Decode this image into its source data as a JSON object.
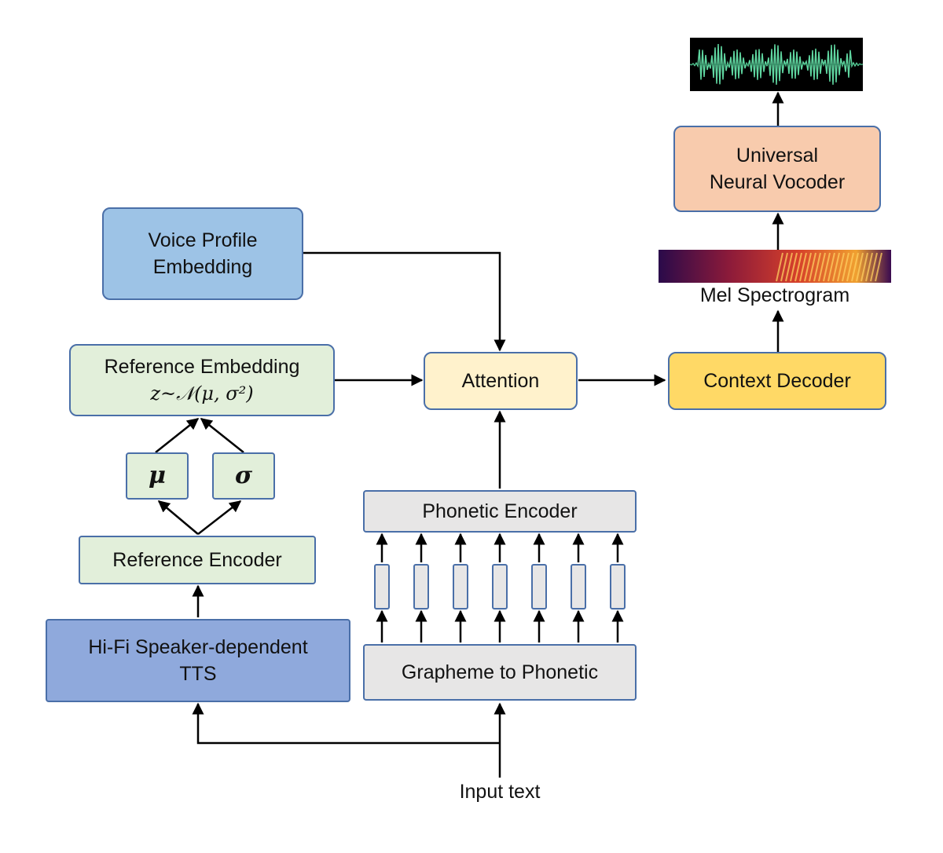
{
  "boxes": {
    "voice_profile": [
      "Voice Profile",
      "Embedding"
    ],
    "reference_embedding": {
      "line1": "Reference Embedding",
      "formula": "z~𝒩(μ, σ²)"
    },
    "mu": "μ",
    "sigma": "σ",
    "reference_encoder": "Reference Encoder",
    "hifi_tts": [
      "Hi-Fi Speaker-dependent",
      "TTS"
    ],
    "attention": "Attention",
    "phonetic_encoder": "Phonetic Encoder",
    "grapheme_to_phonetic": "Grapheme to Phonetic",
    "context_decoder": "Context Decoder",
    "vocoder": [
      "Universal",
      "Neural Vocoder"
    ]
  },
  "labels": {
    "mel_spectrogram": "Mel Spectrogram",
    "input_text": "Input text"
  },
  "colors": {
    "blue_light": "#9dc3e6",
    "blue_dark": "#8fa9dc",
    "green": "#e2efda",
    "gray": "#e7e6e6",
    "cream": "#fff2cc",
    "gold": "#ffd966",
    "peach": "#f8cbad",
    "border": "#4a6fa8"
  }
}
